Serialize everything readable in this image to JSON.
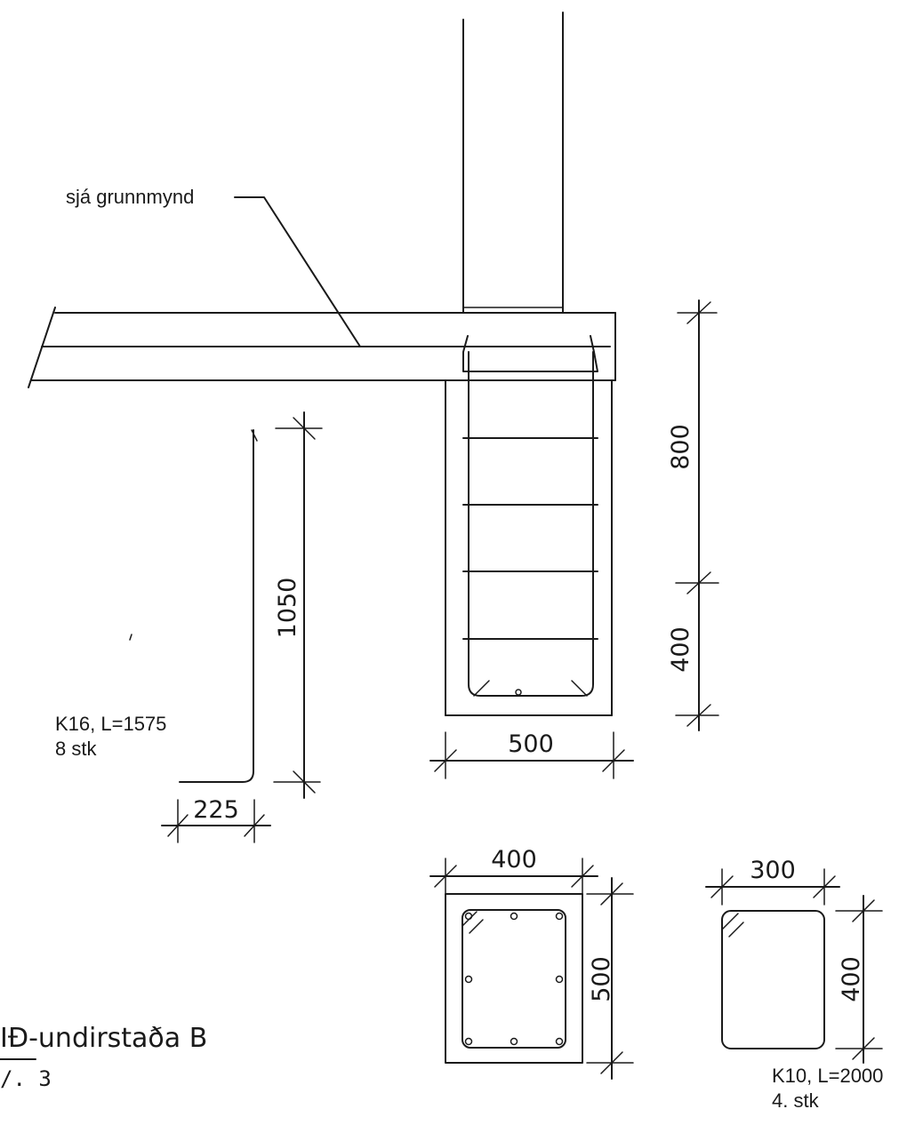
{
  "title": "IÐ-undirstaða B",
  "subtitle": "/. 3",
  "callout": "sjá grunnmynd",
  "dimensions": {
    "bar_height": "1050",
    "bar_hook": "225",
    "footing_upper": "800",
    "footing_lower": "400",
    "footing_width": "500",
    "section_width": "400",
    "section_height": "500",
    "stirrup_width": "300",
    "stirrup_height": "400"
  },
  "bar_k16": {
    "spec": "K16, L=1575",
    "count": "8 stk"
  },
  "bar_k10": {
    "spec": "K10, L=2000",
    "count": "4. stk"
  }
}
